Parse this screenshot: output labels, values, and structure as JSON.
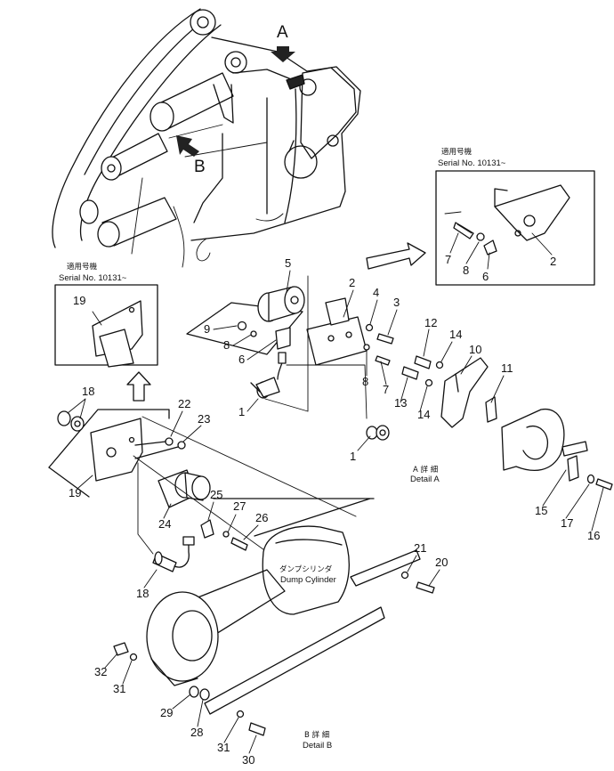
{
  "view_markers": {
    "a": "A",
    "b": "B"
  },
  "serial_box_right": {
    "jp": "適用号機",
    "serial": "Serial No. 10131~"
  },
  "serial_box_left": {
    "jp": "適用号機",
    "serial": "Serial No. 10131~"
  },
  "detail_a": {
    "jp": "A 詳 細",
    "en": "Detail A"
  },
  "detail_b": {
    "jp": "B 詳 細",
    "en": "Detail B"
  },
  "dump_cylinder": {
    "jp": "ダンプシリンダ",
    "en": "Dump Cylinder"
  },
  "callouts": {
    "box_right": [
      "7",
      "8",
      "6",
      "2"
    ],
    "box_left": [
      "19"
    ],
    "detail_a": [
      "5",
      "2",
      "4",
      "3",
      "9",
      "8",
      "6",
      "8",
      "7",
      "1",
      "1",
      "12",
      "14",
      "10",
      "11",
      "13",
      "14",
      "15",
      "17",
      "16"
    ],
    "detail_b": [
      "18",
      "22",
      "23",
      "19",
      "24",
      "25",
      "27",
      "26",
      "18",
      "21",
      "20",
      "32",
      "31",
      "29",
      "28",
      "31",
      "30"
    ]
  }
}
